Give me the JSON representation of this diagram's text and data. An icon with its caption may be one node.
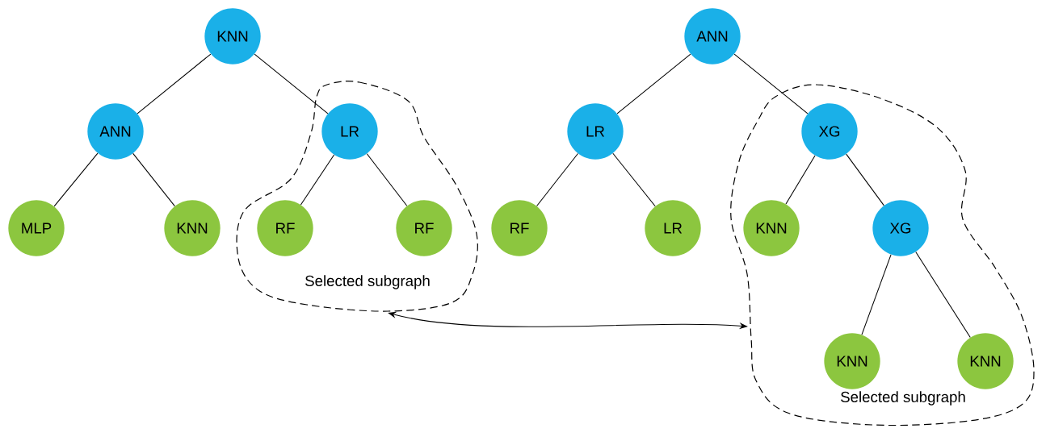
{
  "diagram": {
    "nodes": [
      {
        "text": [
          "KNN"
        ]
      },
      {
        "text": [
          "ANN"
        ]
      },
      {
        "text": [
          "Selected subgraph"
        ]
      },
      {
        "text": [
          "LR"
        ],
        "in": 2
      },
      {
        "text": [
          "MLP"
        ]
      },
      {
        "text": [
          "KNN"
        ]
      },
      {
        "text": [
          "RF"
        ],
        "in": 2
      },
      {
        "text": [
          "RF"
        ],
        "in": 2
      },
      {
        "text": [
          "ANN"
        ]
      },
      {
        "text": [
          "LR"
        ]
      },
      {
        "text": [
          "Selected subgraph"
        ]
      },
      {
        "text": [
          "XG"
        ],
        "in": 10
      },
      {
        "text": [
          "RF"
        ]
      },
      {
        "text": [
          "LR"
        ]
      },
      {
        "text": [
          "KNN"
        ],
        "in": 10
      },
      {
        "text": [
          "XG"
        ],
        "in": 10
      },
      {
        "text": [
          "KNN"
        ],
        "in": 10
      },
      {
        "text": [
          "KNN"
        ],
        "in": 10
      }
    ],
    "edges": [
      {
        "from": 0,
        "to": 1,
        "arrow": "none"
      },
      {
        "from": 0,
        "to": 3,
        "arrow": "none"
      },
      {
        "from": 1,
        "to": 4,
        "arrow": "none"
      },
      {
        "from": 1,
        "to": 5,
        "arrow": "none"
      },
      {
        "from": 3,
        "to": 6,
        "arrow": "none"
      },
      {
        "from": 3,
        "to": 7,
        "arrow": "none"
      },
      {
        "from": 8,
        "to": 9,
        "arrow": "none"
      },
      {
        "from": 8,
        "to": 11,
        "arrow": "none"
      },
      {
        "from": 9,
        "to": 12,
        "arrow": "none"
      },
      {
        "from": 9,
        "to": 13,
        "arrow": "none"
      },
      {
        "from": 11,
        "to": 14,
        "arrow": "none"
      },
      {
        "from": 11,
        "to": 15,
        "arrow": "none"
      },
      {
        "from": 15,
        "to": 16,
        "arrow": "none"
      },
      {
        "from": 15,
        "to": 17,
        "arrow": "none"
      },
      {
        "from": 2,
        "to": 10,
        "arrow": "both"
      }
    ]
  }
}
